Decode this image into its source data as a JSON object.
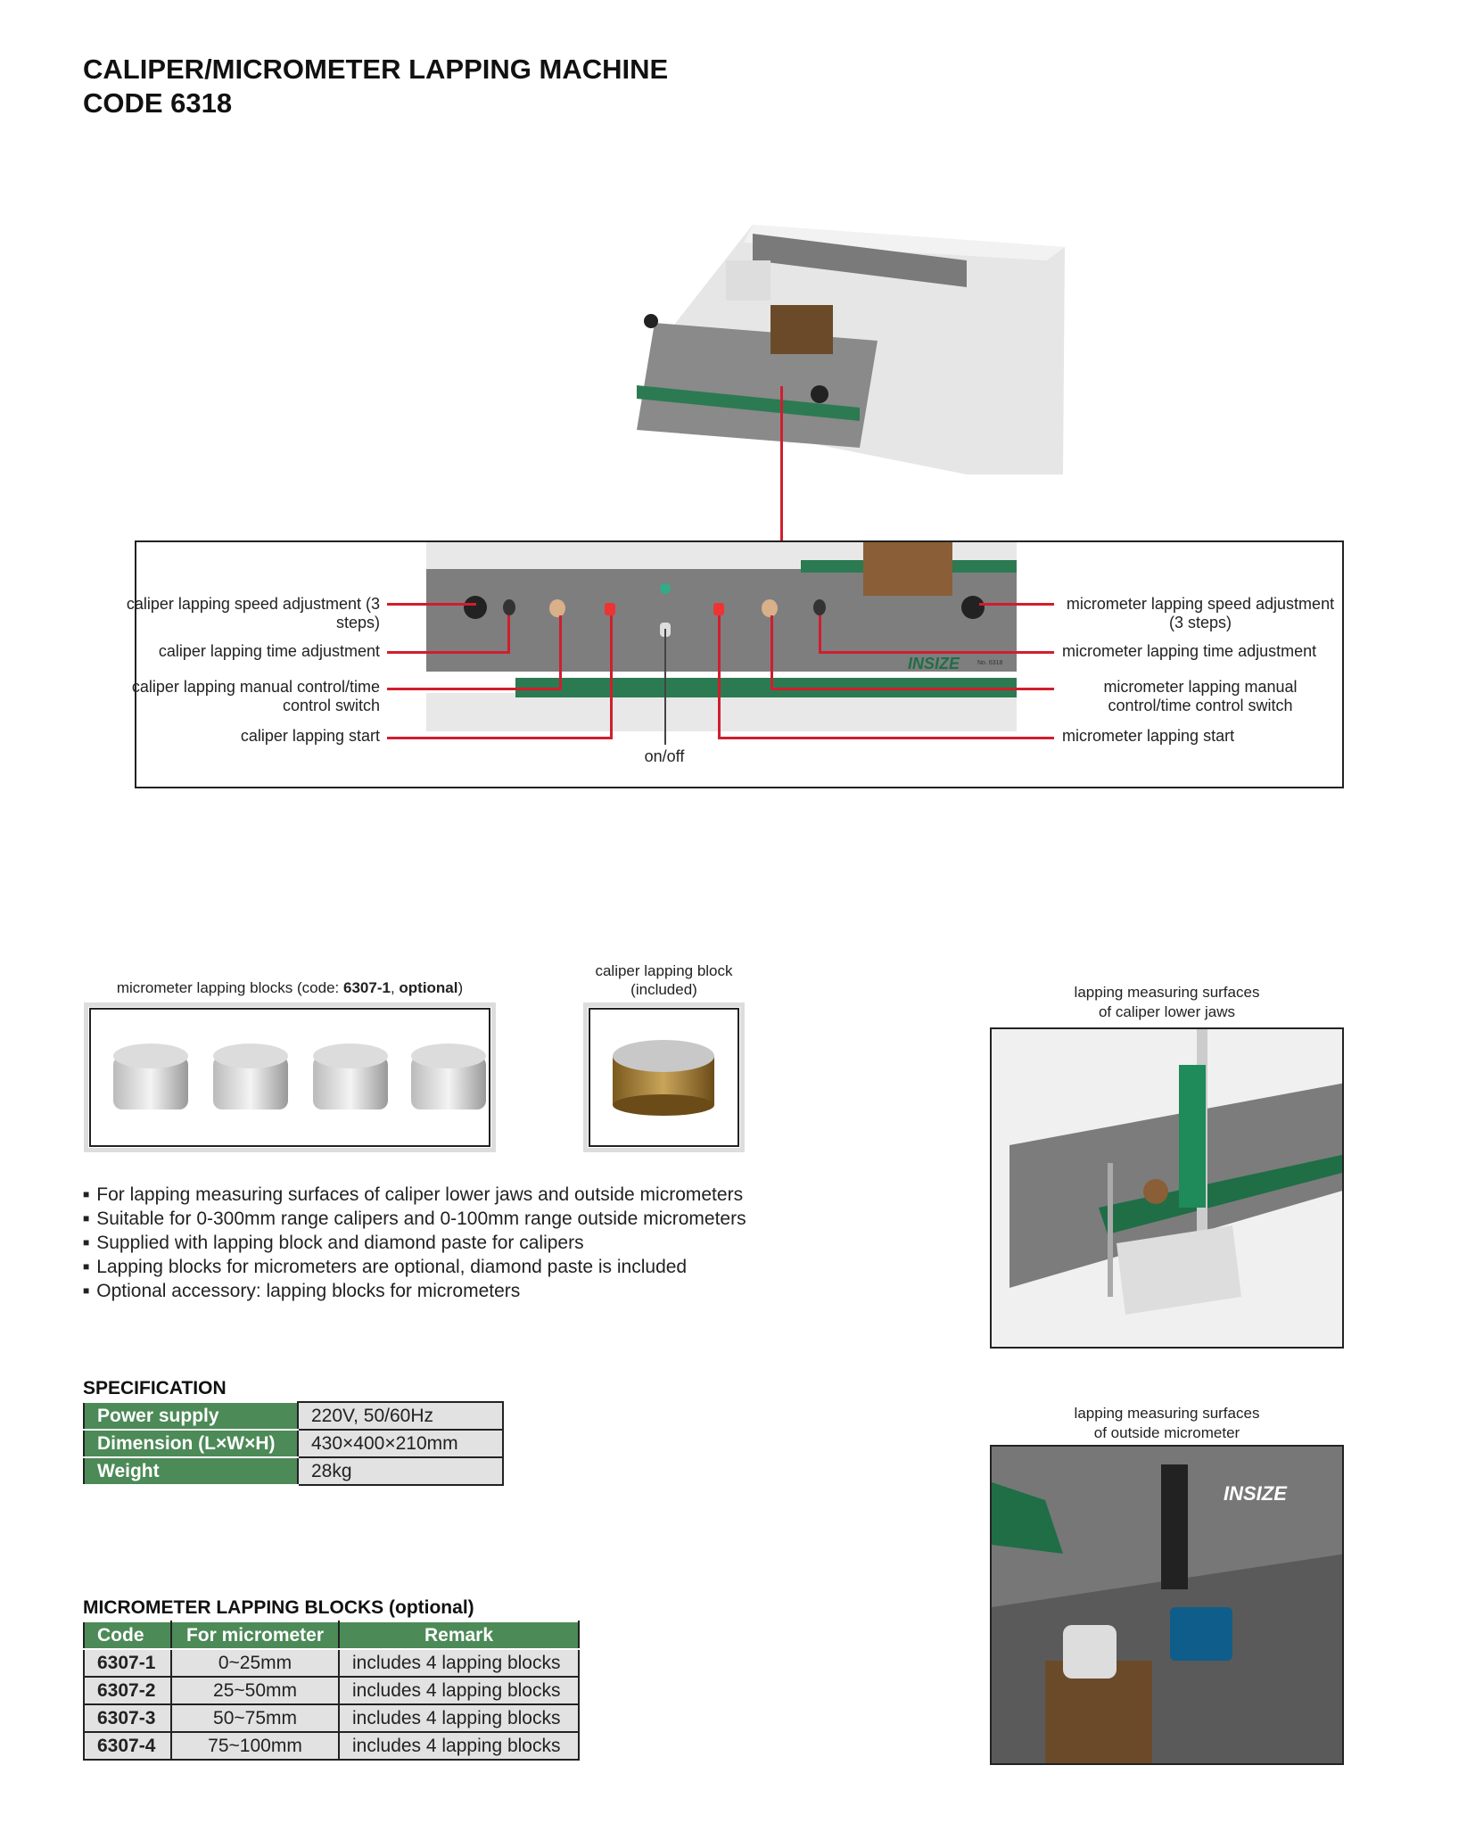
{
  "header": {
    "title": "CALIPER/MICROMETER LAPPING MACHINE",
    "code": "CODE 6318"
  },
  "callouts": {
    "left": [
      "caliper lapping speed adjustment (3 steps)",
      "caliper lapping time adjustment",
      "caliper lapping manual control/time control switch",
      "caliper lapping start"
    ],
    "center": "on/off",
    "right": [
      "micrometer lapping speed adjustment (3 steps)",
      "micrometer lapping time adjustment",
      "micrometer lapping manual control/time control switch",
      "micrometer lapping start"
    ]
  },
  "panel": {
    "brand": "INSIZE",
    "model": "No. 6318"
  },
  "accessories": {
    "micrometer_blocks_prefix": "micrometer lapping blocks (code: ",
    "micrometer_blocks_code": "6307-1",
    "micrometer_blocks_sep": ", ",
    "micrometer_blocks_optional": "optional",
    "micrometer_blocks_suffix": ")",
    "caliper_block": "caliper lapping block",
    "caliper_block_note": "(included)"
  },
  "features": [
    "For lapping measuring surfaces of caliper lower jaws and outside micrometers",
    "Suitable for 0-300mm range calipers and 0-100mm range outside micrometers",
    "Supplied with lapping block and diamond paste for calipers",
    "Lapping blocks for micrometers are optional, diamond paste is included",
    "Optional accessory: lapping blocks for micrometers"
  ],
  "photos": {
    "caliper": [
      "lapping measuring surfaces",
      "of caliper lower jaws"
    ],
    "micrometer": [
      "lapping measuring surfaces",
      "of outside micrometer"
    ]
  },
  "specification": {
    "title": "SPECIFICATION",
    "rows": [
      [
        "Power supply",
        "220V, 50/60Hz"
      ],
      [
        "Dimension (L×W×H)",
        "430×400×210mm"
      ],
      [
        "Weight",
        "28kg"
      ]
    ]
  },
  "blocks_table": {
    "title": "MICROMETER LAPPING BLOCKS (optional)",
    "headers": [
      "Code",
      "For micrometer",
      "Remark"
    ],
    "rows": [
      [
        "6307-1",
        "0~25mm",
        "includes 4 lapping blocks"
      ],
      [
        "6307-2",
        "25~50mm",
        "includes 4 lapping blocks"
      ],
      [
        "6307-3",
        "50~75mm",
        "includes 4 lapping blocks"
      ],
      [
        "6307-4",
        "75~100mm",
        "includes 4 lapping blocks"
      ]
    ]
  },
  "colors": {
    "green": "#4c8a57",
    "red": "#d01e2e"
  }
}
